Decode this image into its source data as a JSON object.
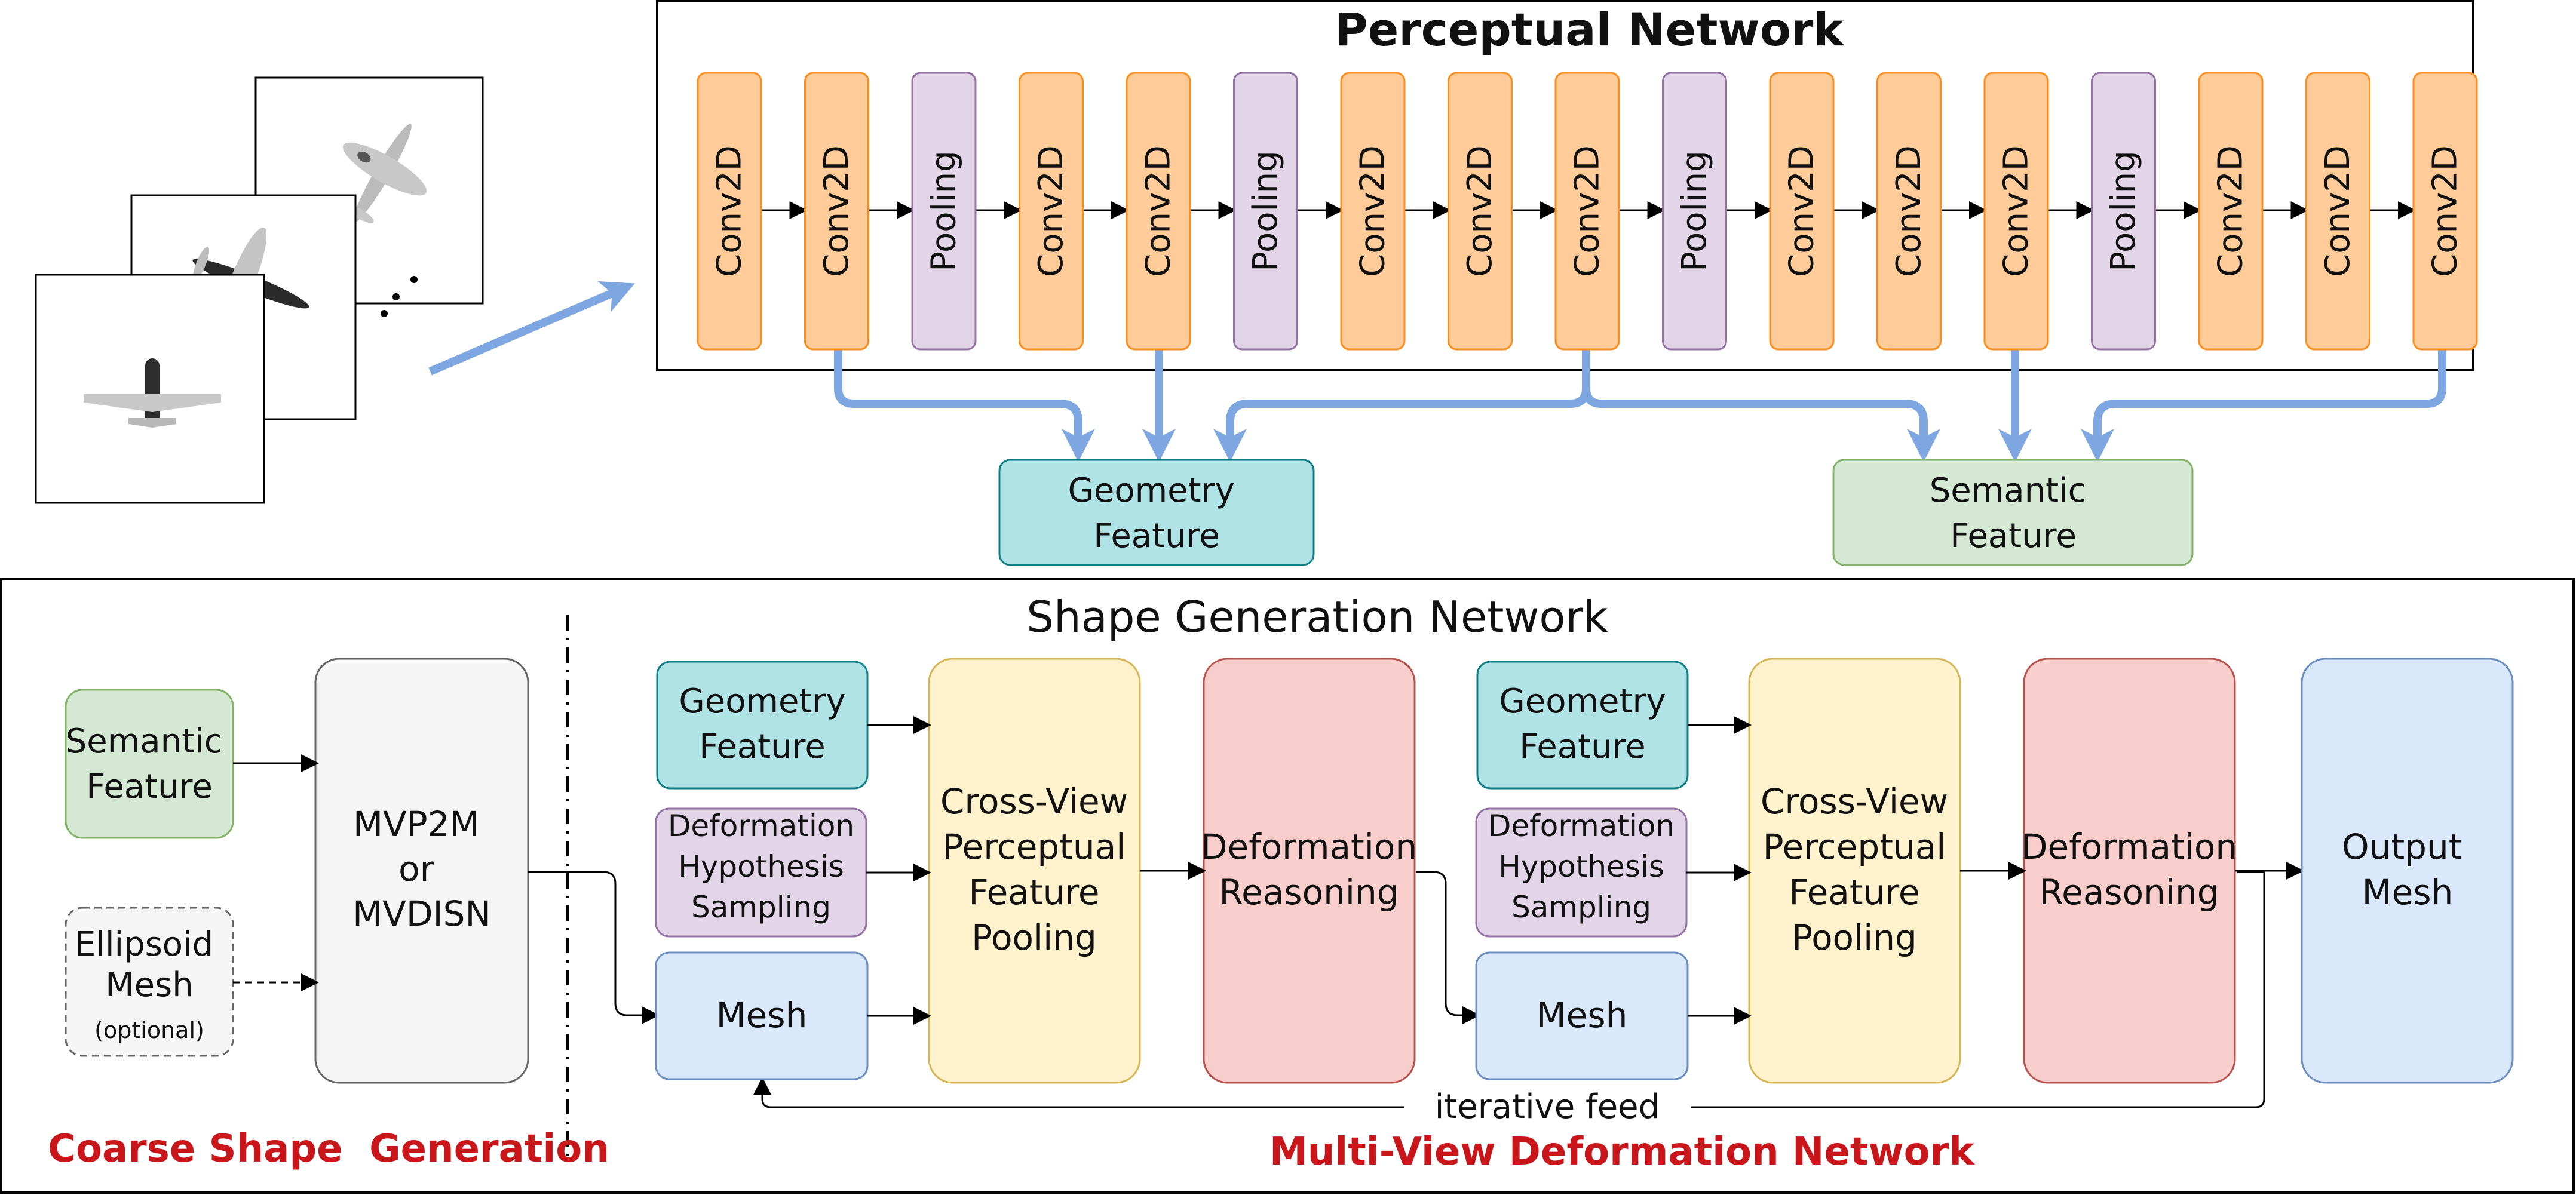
{
  "perceptual": {
    "title": "Perceptual Network",
    "layers": [
      "Conv2D",
      "Conv2D",
      "Pooling",
      "Conv2D",
      "Conv2D",
      "Pooling",
      "Conv2D",
      "Conv2D",
      "Conv2D",
      "Pooling",
      "Conv2D",
      "Conv2D",
      "Conv2D",
      "Pooling",
      "Conv2D",
      "Conv2D",
      "Conv2D"
    ],
    "geometry_feature": [
      "Geometry",
      "Feature"
    ],
    "semantic_feature": [
      "Semantic",
      "Feature"
    ]
  },
  "shape_generation": {
    "title": "Shape Generation Network",
    "semantic_feature": [
      "Semantic",
      "Feature"
    ],
    "ellipsoid_mesh": [
      "Ellipsoid",
      "Mesh"
    ],
    "optional_note": "(optional)",
    "mvp2m": [
      "MVP2M",
      "or",
      "MVDISN"
    ],
    "stages": [
      {
        "geometry": [
          "Geometry",
          "Feature"
        ],
        "hypothesis": [
          "Deformation",
          "Hypothesis",
          "Sampling"
        ],
        "mesh": "Mesh",
        "pooling": [
          "Cross-View",
          "Perceptual",
          "Feature",
          "Pooling"
        ],
        "reasoning": [
          "Deformation",
          "Reasoning"
        ]
      },
      {
        "geometry": [
          "Geometry",
          "Feature"
        ],
        "hypothesis": [
          "Deformation",
          "Hypothesis",
          "Sampling"
        ],
        "mesh": "Mesh",
        "pooling": [
          "Cross-View",
          "Perceptual",
          "Feature",
          "Pooling"
        ],
        "reasoning": [
          "Deformation",
          "Reasoning"
        ]
      }
    ],
    "output": [
      "Output",
      "Mesh"
    ],
    "iterative_feed": "iterative feed",
    "coarse_label": "Coarse Shape  Generation",
    "multiview_label": "Multi-View Deformation Network"
  },
  "colors": {
    "conv_fill": "#ffcc99",
    "conv_stroke": "#ff8c1a",
    "pool_fill": "#e1d5e7",
    "pool_stroke": "#9673a6",
    "geometry_fill": "#b0e3e6",
    "geometry_stroke": "#0e8088",
    "semantic_fill": "#d5e8d4",
    "semantic_stroke": "#82b366",
    "mesh_fill": "#dae8fc",
    "mesh_stroke": "#6c8ebf",
    "pooling_fill": "#fff2cc",
    "pooling_stroke": "#d6b656",
    "reasoning_fill": "#f8cecc",
    "reasoning_stroke": "#b85450",
    "gray_fill": "#f5f5f5",
    "gray_stroke": "#666666",
    "arrow_blue": "#7ea6e0",
    "label_red": "#c9161b"
  }
}
